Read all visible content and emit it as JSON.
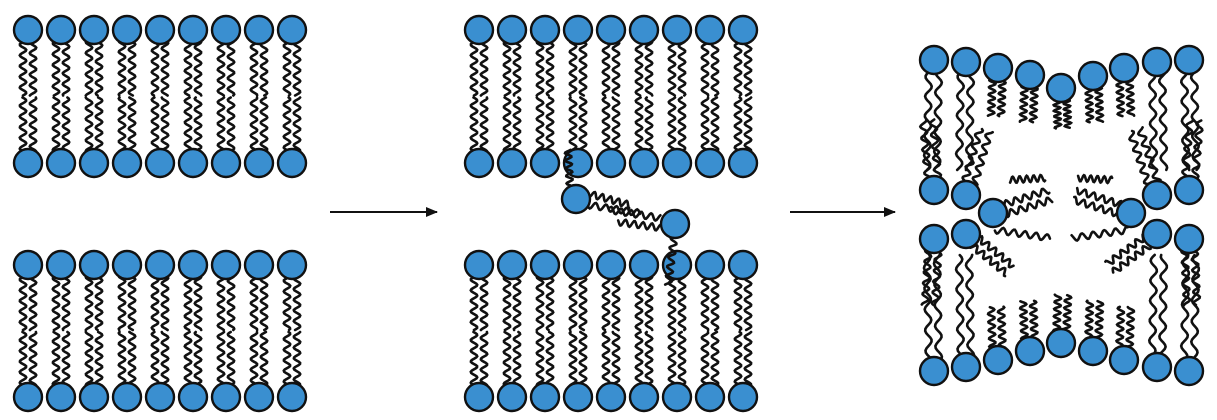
{
  "figure": {
    "panels": [
      {
        "id": "separate-bilayers",
        "bilayers": 2,
        "lipids_per_leaflet": 9
      },
      {
        "id": "lipid-splay",
        "bilayers": 2,
        "lipids_per_leaflet": 9,
        "bridging_lipids": 2
      },
      {
        "id": "fusion-stalk",
        "bilayers": 2,
        "lipids_per_leaflet": 9
      }
    ],
    "arrows": 2
  },
  "colors": {
    "headgroup_fill": "#3a8fd0",
    "outline": "#111111",
    "background": "#ffffff"
  }
}
